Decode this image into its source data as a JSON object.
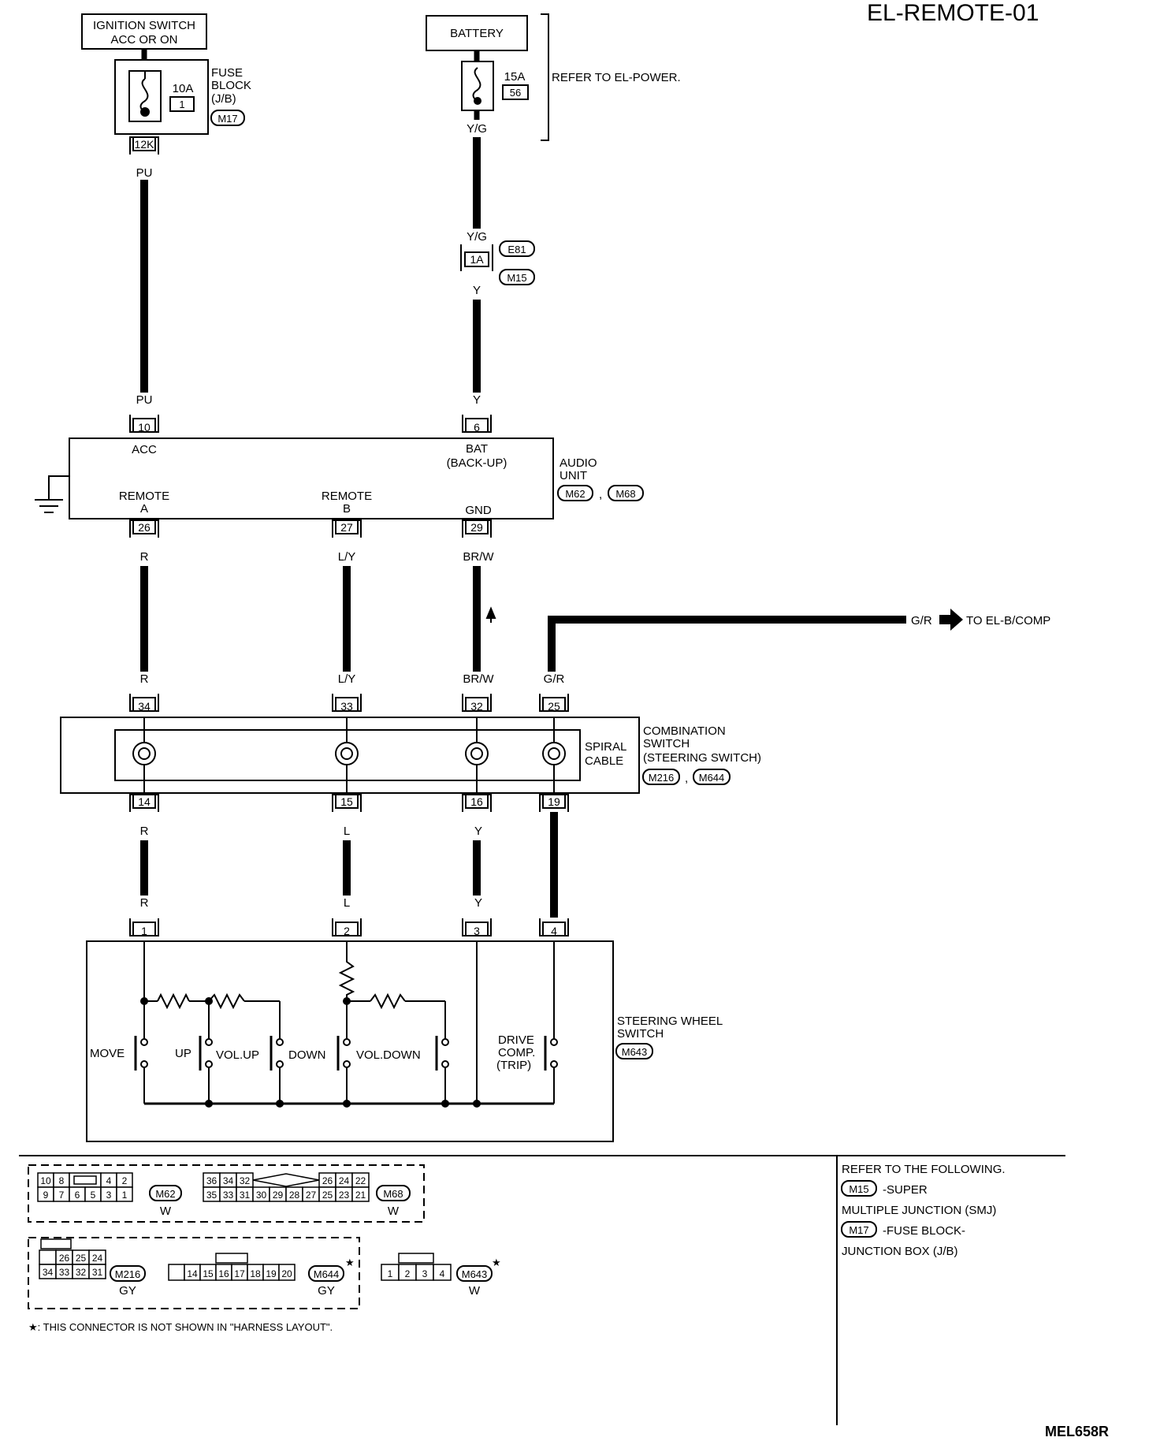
{
  "diagram_code": "EL-REMOTE-01",
  "figure_code": "MEL658R",
  "ignition": {
    "line1": "IGNITION SWITCH",
    "line2": "ACC OR ON"
  },
  "fuse_block": {
    "amp": "10A",
    "num": "1",
    "l1": "FUSE",
    "l2": "BLOCK",
    "l3": "(J/B)",
    "conn": "M17",
    "pin": "12K",
    "wire": "PU"
  },
  "battery": {
    "label": "BATTERY",
    "amp": "15A",
    "num": "56",
    "refer": "REFER TO EL-POWER.",
    "wire_top": "Y/G"
  },
  "joint": {
    "wire_above": "Y/G",
    "pin": "1A",
    "conn_top": "E81",
    "conn_bottom": "M15",
    "wire_below": "Y"
  },
  "audio_unit": {
    "label1": "AUDIO",
    "label2": "UNIT",
    "conn1": "M62",
    "conn2": "M68",
    "sep": ",",
    "acc": "ACC",
    "bat1": "BAT",
    "bat2": "(BACK-UP)",
    "remote_a1": "REMOTE",
    "remote_a2": "A",
    "remote_b1": "REMOTE",
    "remote_b2": "B",
    "gnd": "GND"
  },
  "wires": {
    "pu_in": "PU",
    "y_in": "Y",
    "pin10": "10",
    "pin6": "6",
    "pin26": "26",
    "pin27": "27",
    "pin29": "29",
    "w26": "R",
    "w27": "L/Y",
    "w29": "BR/W",
    "g_r": "G/R",
    "to_comp": "TO EL-B/COMP",
    "in34": "R",
    "in33": "L/Y",
    "in32": "BR/W",
    "in25": "G/R",
    "pin34": "34",
    "pin33": "33",
    "pin32": "32",
    "pin25": "25",
    "pin14": "14",
    "pin15": "15",
    "pin16": "16",
    "pin19": "19",
    "out14": "R",
    "out15": "L",
    "out16": "Y",
    "sw1w": "R",
    "sw2w": "L",
    "sw3w": "Y",
    "sw1": "1",
    "sw2": "2",
    "sw3": "3",
    "sw4": "4"
  },
  "combination_switch": {
    "l1": "COMBINATION",
    "l2": "SWITCH",
    "l3": "(STEERING SWITCH)",
    "conn1": "M216",
    "conn2": "M644",
    "sep": ",",
    "spiral1": "SPIRAL",
    "spiral2": "CABLE"
  },
  "steering_switch": {
    "l1": "STEERING WHEEL",
    "l2": "SWITCH",
    "conn": "M643",
    "move": "MOVE",
    "up": "UP",
    "volup": "VOL.UP",
    "down": "DOWN",
    "voldown": "VOL.DOWN",
    "drive1": "DRIVE",
    "drive2": "COMP.",
    "drive3": "(TRIP)"
  },
  "connectors": {
    "m62": {
      "id": "M62",
      "color": "W",
      "top": [
        "10",
        "8",
        "",
        "4",
        "2"
      ],
      "bottom": [
        "9",
        "7",
        "6",
        "5",
        "3",
        "1"
      ]
    },
    "m68": {
      "id": "M68",
      "color": "W",
      "top_left": [
        "36",
        "34",
        "32"
      ],
      "top_right": [
        "26",
        "24",
        "22"
      ],
      "bottom": [
        "35",
        "33",
        "31",
        "30",
        "29",
        "28",
        "27",
        "25",
        "23",
        "21"
      ]
    },
    "m216": {
      "id": "M216",
      "color": "GY",
      "top": [
        "26",
        "25",
        "24"
      ],
      "bottom": [
        "34",
        "33",
        "32",
        "31"
      ]
    },
    "m644": {
      "id": "M644",
      "color": "GY",
      "cells": [
        "14",
        "15",
        "16",
        "17",
        "18",
        "19",
        "20"
      ]
    },
    "m643": {
      "id": "M643",
      "color": "W",
      "cells": [
        "1",
        "2",
        "3",
        "4"
      ]
    },
    "star": "★"
  },
  "note": "★: THIS CONNECTOR IS NOT SHOWN IN \"HARNESS LAYOUT\".",
  "refer_box": {
    "title": "REFER TO THE FOLLOWING.",
    "m15": "M15",
    "m15_desc": "-SUPER",
    "m15_desc2": "MULTIPLE JUNCTION (SMJ)",
    "m17": "M17",
    "m17_desc": "-FUSE BLOCK-",
    "m17_desc2": "JUNCTION BOX (J/B)"
  }
}
